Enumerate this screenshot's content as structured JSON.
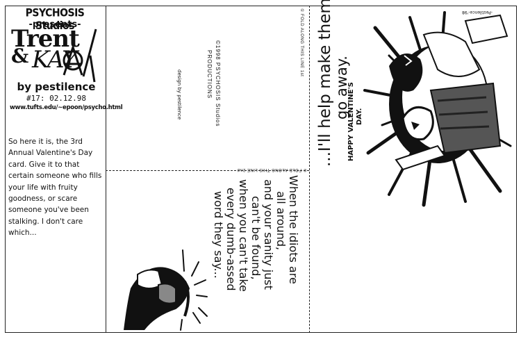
{
  "cover": {
    "studio": "PSYCHOSIS Studios",
    "presents": "-presents-",
    "title_line1": "Trent",
    "title_amp": "&",
    "title_line2": "KAY",
    "byline": "by pestilence",
    "issue": "#17: 02.12.98",
    "url": "www.tufts.edu/~epoon/psycho.html"
  },
  "intro_text": "So here it is, the 3rd Annual Valentine's Day card. Give it to that certain someone who fills your life with fruity goodness, or scare someone you've been stalking. I don't care which...",
  "back_panel": {
    "copyright_line1": "©1998 PSYCHOSIS Studios",
    "copyright_line2": "PRODUCTIONS",
    "design_credit": "design by pestilence"
  },
  "fold_lines": {
    "fold1": "① FOLD ALONG THIS LINE 1st",
    "fold2": "② FOLD ALONG THIS LINE 2nd"
  },
  "front_panel": {
    "tagline_line1": "...I'll help make them",
    "tagline_line2": "go away.",
    "greeting_line1": "HAPPY VALENTINE'S",
    "greeting_line2": "DAY.",
    "signature": "-Pestilence-'98"
  },
  "inside_panel": {
    "verse": [
      "When the idiots are",
      "all around,",
      "and your sanity just",
      "can't be found,",
      "when you can't take",
      "every dumb-assed",
      "word they say..."
    ]
  },
  "colors": {
    "ink": "#111111",
    "paper": "#ffffff"
  }
}
